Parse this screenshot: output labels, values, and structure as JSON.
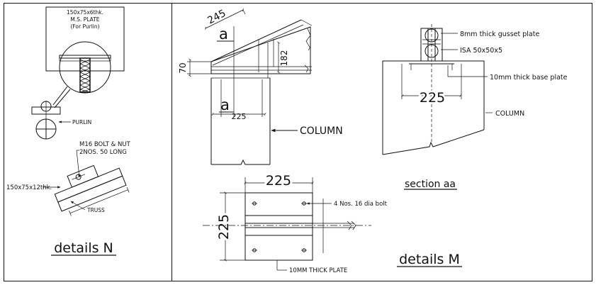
{
  "details_n": {
    "plate_label_1": "150x75x6thk.",
    "plate_label_2": "M.S. PLATE",
    "plate_label_3": "(For Purlin)",
    "purlin_label": "PURLIN",
    "bolt_label_1": "M16 BOLT & NUT",
    "bolt_label_2": "2NOS. 50 LONG",
    "angle_label": "150x75x12thk.",
    "truss_label": "TRUSS",
    "title": "details N"
  },
  "rafter_detail": {
    "dim_245": "245",
    "dim_70": "70",
    "dim_182": "182",
    "dim_225": "225",
    "section_mark_top": "a",
    "section_mark_bottom": "a",
    "column_label": "COLUMN"
  },
  "section_aa": {
    "gusset_label": "8mm thick gusset plate",
    "isa_label": "ISA 50x50x5",
    "base_plate_label": "10mm thick base plate",
    "dim_225": "225",
    "column_label": "COLUMN",
    "title": "section aa"
  },
  "details_m": {
    "dim_width": "225",
    "dim_height": "225",
    "bolt_label": "4 Nos. 16 dia bolt",
    "plate_label": "10MM THICK PLATE",
    "title": "details M"
  }
}
